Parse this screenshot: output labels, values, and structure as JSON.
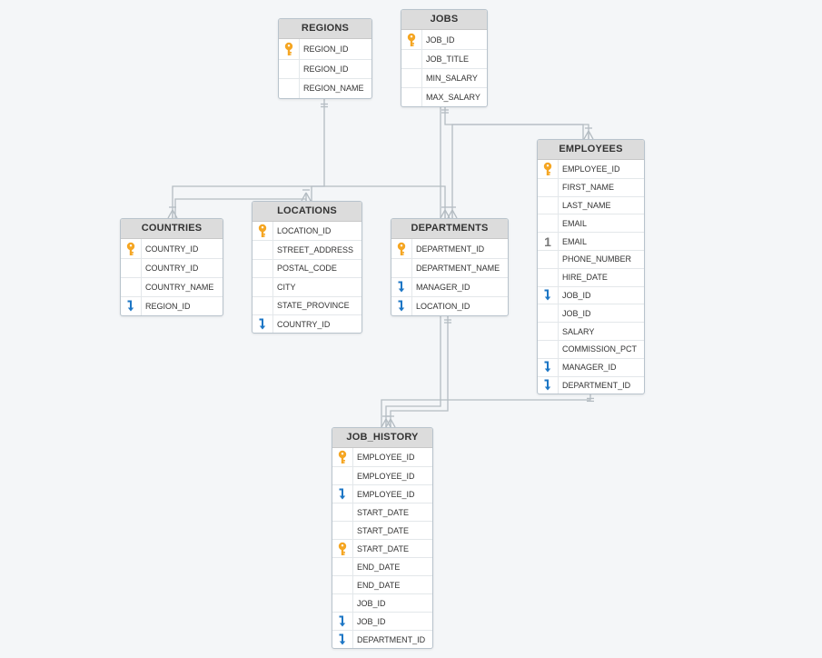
{
  "colors": {
    "background": "#f4f6f8",
    "header": "#dcdcdc",
    "line": "#b4bcc2",
    "key_icon": "#f5a623",
    "fk_icon": "#1c76c5",
    "unique_icon": "#777777"
  },
  "tables": [
    {
      "name": "REGIONS",
      "columns": [
        {
          "name": "REGION_ID",
          "icon": "key-icon"
        },
        {
          "name": "REGION_ID",
          "icon": ""
        },
        {
          "name": "REGION_NAME",
          "icon": ""
        }
      ]
    },
    {
      "name": "JOBS",
      "columns": [
        {
          "name": "JOB_ID",
          "icon": "key-icon"
        },
        {
          "name": "JOB_TITLE",
          "icon": ""
        },
        {
          "name": "MIN_SALARY",
          "icon": ""
        },
        {
          "name": "MAX_SALARY",
          "icon": ""
        }
      ]
    },
    {
      "name": "EMPLOYEES",
      "columns": [
        {
          "name": "EMPLOYEE_ID",
          "icon": "key-icon"
        },
        {
          "name": "FIRST_NAME",
          "icon": ""
        },
        {
          "name": "LAST_NAME",
          "icon": ""
        },
        {
          "name": "EMAIL",
          "icon": ""
        },
        {
          "name": "EMAIL",
          "icon": "unique-icon",
          "icon_label": "1"
        },
        {
          "name": "PHONE_NUMBER",
          "icon": ""
        },
        {
          "name": "HIRE_DATE",
          "icon": ""
        },
        {
          "name": "JOB_ID",
          "icon": "foreign-key-icon"
        },
        {
          "name": "JOB_ID",
          "icon": ""
        },
        {
          "name": "SALARY",
          "icon": ""
        },
        {
          "name": "COMMISSION_PCT",
          "icon": ""
        },
        {
          "name": "MANAGER_ID",
          "icon": "foreign-key-icon"
        },
        {
          "name": "DEPARTMENT_ID",
          "icon": "foreign-key-icon"
        }
      ]
    },
    {
      "name": "LOCATIONS",
      "columns": [
        {
          "name": "LOCATION_ID",
          "icon": "key-icon"
        },
        {
          "name": "STREET_ADDRESS",
          "icon": ""
        },
        {
          "name": "POSTAL_CODE",
          "icon": ""
        },
        {
          "name": "CITY",
          "icon": ""
        },
        {
          "name": "STATE_PROVINCE",
          "icon": ""
        },
        {
          "name": "COUNTRY_ID",
          "icon": "foreign-key-icon"
        }
      ]
    },
    {
      "name": "COUNTRIES",
      "columns": [
        {
          "name": "COUNTRY_ID",
          "icon": "key-icon"
        },
        {
          "name": "COUNTRY_ID",
          "icon": ""
        },
        {
          "name": "COUNTRY_NAME",
          "icon": ""
        },
        {
          "name": "REGION_ID",
          "icon": "foreign-key-icon"
        }
      ]
    },
    {
      "name": "DEPARTMENTS",
      "columns": [
        {
          "name": "DEPARTMENT_ID",
          "icon": "key-icon"
        },
        {
          "name": "DEPARTMENT_NAME",
          "icon": ""
        },
        {
          "name": "MANAGER_ID",
          "icon": "foreign-key-icon"
        },
        {
          "name": "LOCATION_ID",
          "icon": "foreign-key-icon"
        }
      ]
    },
    {
      "name": "JOB_HISTORY",
      "columns": [
        {
          "name": "EMPLOYEE_ID",
          "icon": "key-icon"
        },
        {
          "name": "EMPLOYEE_ID",
          "icon": ""
        },
        {
          "name": "EMPLOYEE_ID",
          "icon": "foreign-key-icon"
        },
        {
          "name": "START_DATE",
          "icon": ""
        },
        {
          "name": "START_DATE",
          "icon": ""
        },
        {
          "name": "START_DATE",
          "icon": "key-icon"
        },
        {
          "name": "END_DATE",
          "icon": ""
        },
        {
          "name": "END_DATE",
          "icon": ""
        },
        {
          "name": "JOB_ID",
          "icon": ""
        },
        {
          "name": "JOB_ID",
          "icon": "foreign-key-icon"
        },
        {
          "name": "DEPARTMENT_ID",
          "icon": "foreign-key-icon"
        }
      ]
    }
  ],
  "relationships": [
    {
      "from": "REGIONS",
      "to": "COUNTRIES"
    },
    {
      "from": "COUNTRIES",
      "to": "LOCATIONS"
    },
    {
      "from": "LOCATIONS",
      "to": "DEPARTMENTS"
    },
    {
      "from": "JOBS",
      "to": "EMPLOYEES"
    },
    {
      "from": "JOBS",
      "to": "JOB_HISTORY"
    },
    {
      "from": "DEPARTMENTS",
      "to": "JOB_HISTORY"
    },
    {
      "from": "EMPLOYEES",
      "to": "JOB_HISTORY"
    }
  ]
}
